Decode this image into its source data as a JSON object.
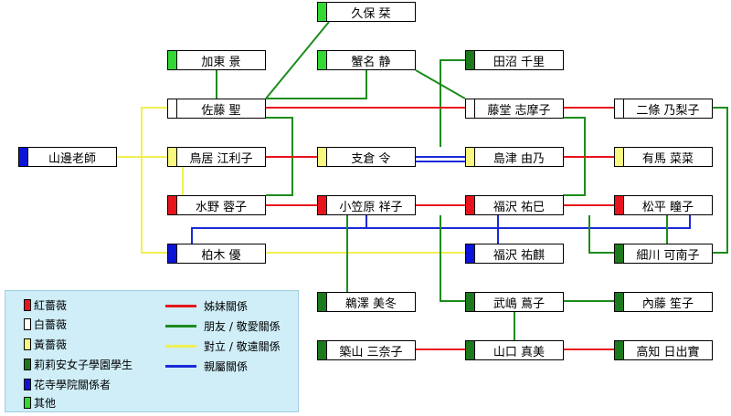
{
  "colors": {
    "red": "#e8141c",
    "white": "#ffffff",
    "yellow": "#f8f880",
    "darkgreen": "#1c7a1c",
    "blue": "#0c14d8",
    "green": "#34d834",
    "edge_red": "#e8141c",
    "edge_green": "#1c8c1c",
    "edge_yellow": "#f0f050",
    "edge_blue": "#1a2ad8"
  },
  "nodes": [
    {
      "id": "kubo",
      "name": "久保 栞",
      "color": "green"
    },
    {
      "id": "kato",
      "name": "加東 景",
      "color": "green"
    },
    {
      "id": "kanina",
      "name": "蟹名 静",
      "color": "green"
    },
    {
      "id": "tanuma",
      "name": "田沼 千里",
      "color": "darkgreen"
    },
    {
      "id": "sato",
      "name": "佐藤 聖",
      "color": "white"
    },
    {
      "id": "todo",
      "name": "藤堂 志摩子",
      "color": "white"
    },
    {
      "id": "nijo",
      "name": "二條 乃梨子",
      "color": "white"
    },
    {
      "id": "yamanobe",
      "name": "山邊老師",
      "color": "blue"
    },
    {
      "id": "torii",
      "name": "鳥居 江利子",
      "color": "yellow"
    },
    {
      "id": "shikura",
      "name": "支倉 令",
      "color": "yellow"
    },
    {
      "id": "shimazu",
      "name": "島津 由乃",
      "color": "yellow"
    },
    {
      "id": "arima",
      "name": "有馬 菜菜",
      "color": "yellow"
    },
    {
      "id": "mizuno",
      "name": "水野 蓉子",
      "color": "red"
    },
    {
      "id": "ogasawara",
      "name": "小笠原 祥子",
      "color": "red"
    },
    {
      "id": "fukuzawa_y",
      "name": "福沢 祐巳",
      "color": "red"
    },
    {
      "id": "matsudaira",
      "name": "松平 瞳子",
      "color": "red"
    },
    {
      "id": "kashiwagi",
      "name": "柏木 優",
      "color": "blue"
    },
    {
      "id": "fukuzawa_k",
      "name": "福沢 祐麒",
      "color": "blue"
    },
    {
      "id": "hosokawa",
      "name": "細川 可南子",
      "color": "darkgreen"
    },
    {
      "id": "tsutakko",
      "name": "鵜澤 美冬",
      "color": "darkgreen"
    },
    {
      "id": "takeshima",
      "name": "武嶋 蔦子",
      "color": "darkgreen"
    },
    {
      "id": "naito",
      "name": "內藤 笙子",
      "color": "darkgreen"
    },
    {
      "id": "tsukiyama",
      "name": "築山 三奈子",
      "color": "darkgreen"
    },
    {
      "id": "yamaguchi",
      "name": "山口 真美",
      "color": "darkgreen"
    },
    {
      "id": "takachi",
      "name": "高知 日出實",
      "color": "darkgreen"
    }
  ],
  "legend": {
    "swatches": [
      {
        "label": "紅薔薇",
        "color": "red"
      },
      {
        "label": "白薔薇",
        "color": "white"
      },
      {
        "label": "黃薔薇",
        "color": "yellow"
      },
      {
        "label": "莉莉安女子學園學生",
        "color": "darkgreen"
      },
      {
        "label": "花寺學院關係者",
        "color": "blue"
      },
      {
        "label": "其他",
        "color": "green"
      }
    ],
    "lines": [
      {
        "label": "姊妹關係",
        "color": "edge_red"
      },
      {
        "label": "朋友 / 敬愛關係",
        "color": "edge_green"
      },
      {
        "label": "對立 / 敬遠關係",
        "color": "edge_yellow"
      },
      {
        "label": "親屬關係",
        "color": "edge_blue"
      }
    ]
  }
}
